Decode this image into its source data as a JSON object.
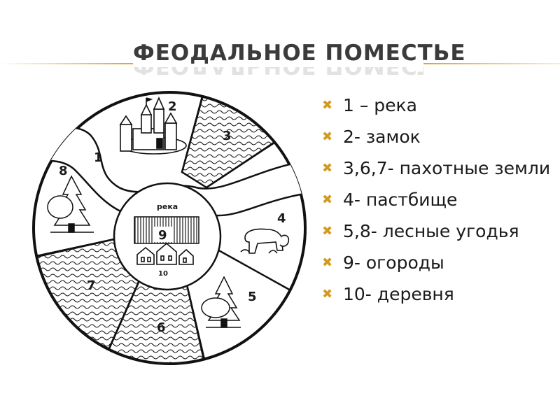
{
  "slide": {
    "title": "ФЕОДАЛЬНОЕ ПОМЕСТЬЕ"
  },
  "diagram": {
    "river_label": "река",
    "region_numbers": [
      "1",
      "2",
      "3",
      "4",
      "5",
      "6",
      "7",
      "8",
      "9",
      "10"
    ]
  },
  "legend": {
    "bullet_icon": "x-mark-icon",
    "accent_color": "#d49a1e",
    "items": [
      "1 – река",
      "2- замок",
      "3,6,7- пахотные земли",
      "4- пастбище",
      "5,8- лесные угодья",
      "9- огороды",
      "10- деревня"
    ]
  }
}
